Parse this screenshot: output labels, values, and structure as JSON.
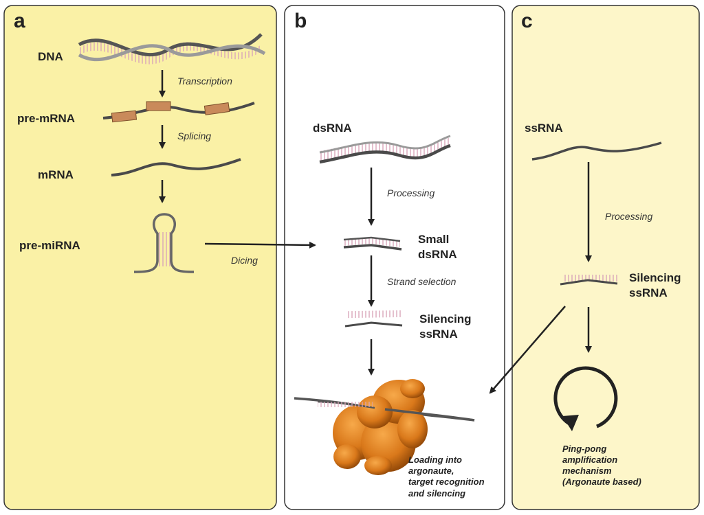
{
  "panels": {
    "a": {
      "letter": "a",
      "labels": {
        "dna": "DNA",
        "pre_mrna": "pre-mRNA",
        "mrna": "mRNA",
        "pre_mirna": "pre-miRNA"
      },
      "steps": {
        "transcription": "Transcription",
        "splicing": "Splicing",
        "dicing": "Dicing"
      }
    },
    "b": {
      "letter": "b",
      "labels": {
        "dsrna": "dsRNA",
        "small_line1": "Small",
        "small_line2": "dsRNA",
        "silencing_line1": "Silencing",
        "silencing_line2": "ssRNA"
      },
      "steps": {
        "processing": "Processing",
        "strand_selection": "Strand selection"
      },
      "note": [
        "Loading into",
        "argonaute,",
        "target recognition",
        "and silencing"
      ]
    },
    "c": {
      "letter": "c",
      "labels": {
        "ssrna": "ssRNA",
        "silencing_line1": "Silencing",
        "silencing_line2": "ssRNA"
      },
      "steps": {
        "processing": "Processing"
      },
      "note": [
        "Ping-pong",
        "amplification",
        "mechanism",
        "(Argonaute based)"
      ]
    }
  },
  "colors": {
    "panel_a_fill": "#faf1a6",
    "panel_b_fill": "#ffffff",
    "panel_c_fill": "#fdf6c9",
    "strand": "#4a4a4a",
    "base_pair": "#d9a5b8",
    "exon": "#c98a5a",
    "protein": "#d97a1c"
  }
}
